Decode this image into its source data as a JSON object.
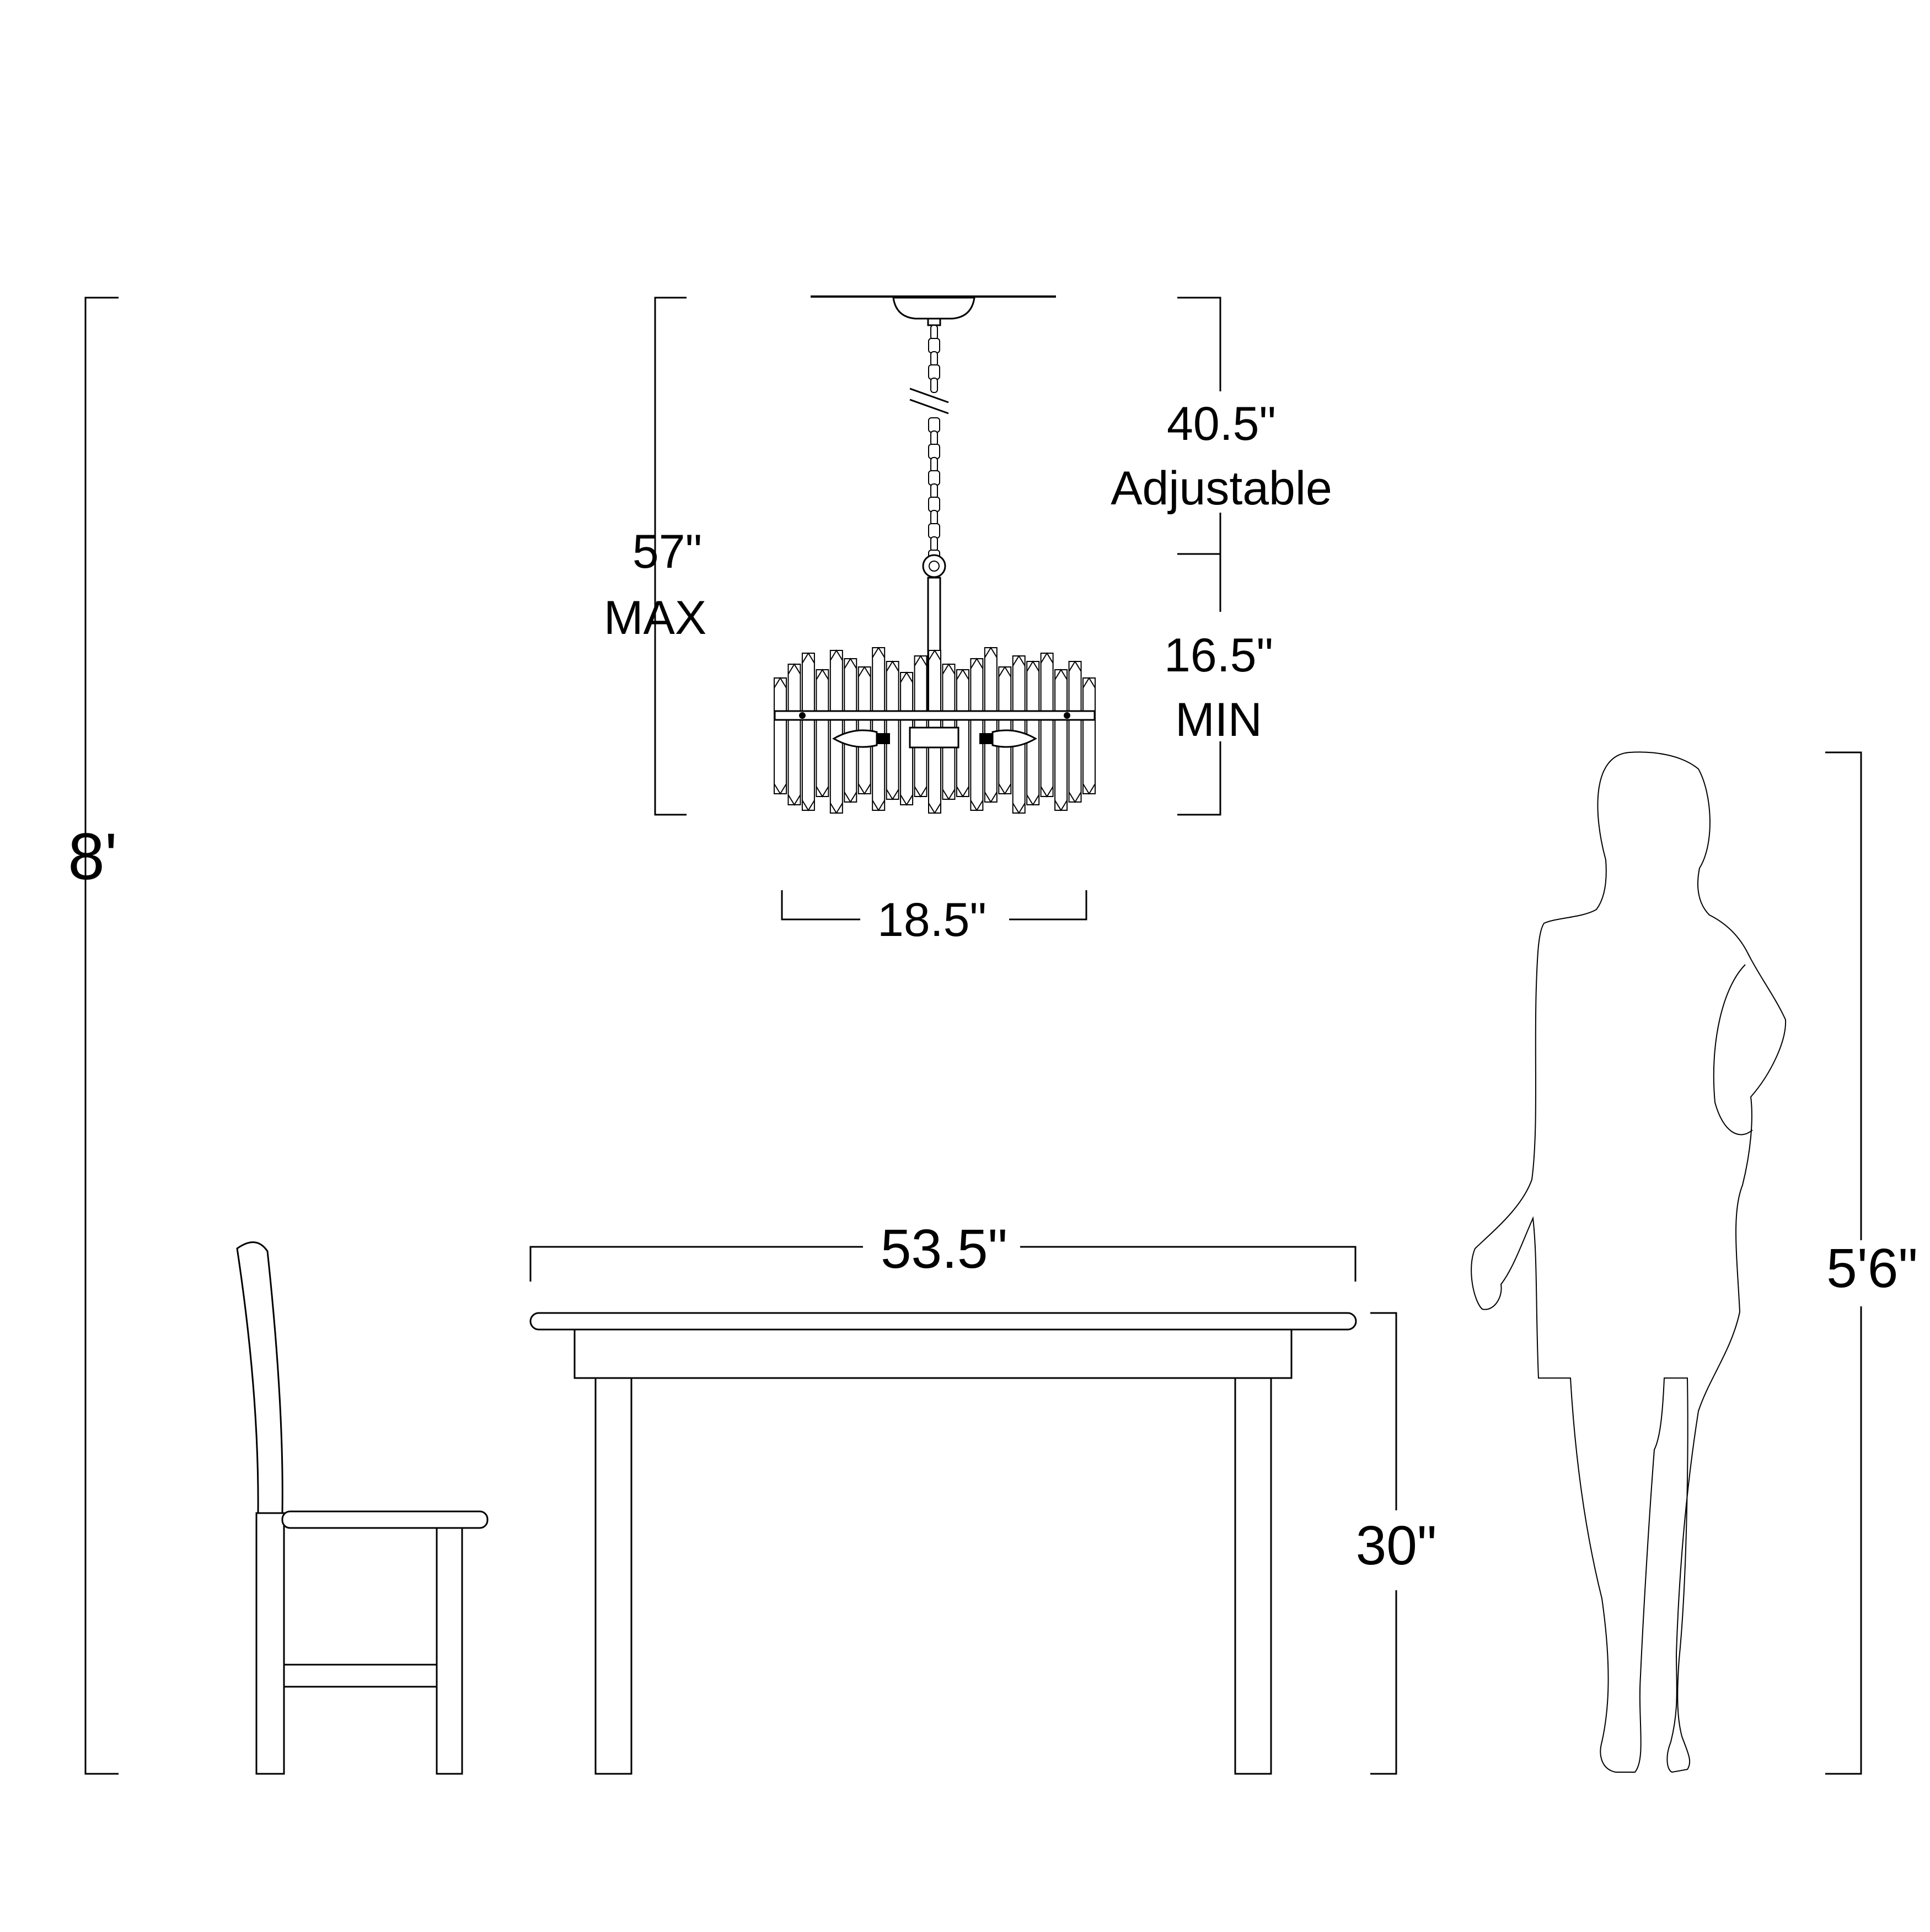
{
  "labels": {
    "room_height": "8'",
    "max_drop_value": "57\"",
    "max_drop_word": "MAX",
    "chain_value": "40.5\"",
    "chain_word": "Adjustable",
    "min_drop_value": "16.5\"",
    "min_drop_word": "MIN",
    "fixture_width": "18.5\"",
    "table_width": "53.5\"",
    "table_height": "30\"",
    "person_height": "5'6\""
  },
  "colors": {
    "line": "#000000",
    "background": "#ffffff"
  }
}
